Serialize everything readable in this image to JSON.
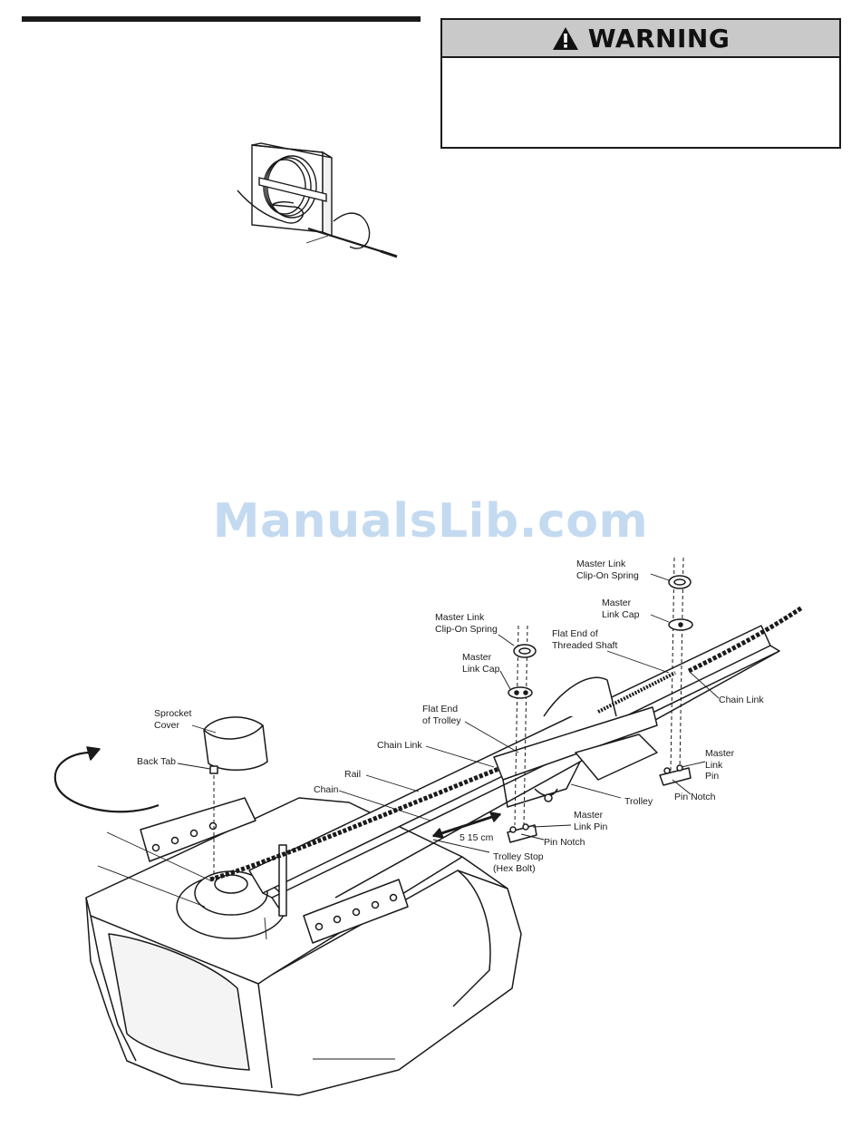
{
  "warning": {
    "title": "WARNING",
    "colors": {
      "header_bg": "#c9c9c9",
      "border": "#1a1a1a"
    }
  },
  "watermark": {
    "text": "ManualsLib.com",
    "color": "#c4daf0"
  },
  "labels": {
    "master_link_clip_on_spring_right": [
      "Master Link",
      "Clip-On Spring"
    ],
    "master_link_cap_right": [
      "Master",
      "Link Cap"
    ],
    "master_link_clip_on_spring_left": [
      "Master Link",
      "Clip-On Spring"
    ],
    "flat_end_threaded_shaft": [
      "Flat End of",
      "Threaded Shaft"
    ],
    "master_link_cap_left": [
      "Master",
      "Link Cap"
    ],
    "chain_link_right": "Chain Link",
    "flat_end_trolley": [
      "Flat End",
      "of Trolley"
    ],
    "sprocket_cover": [
      "Sprocket",
      "Cover"
    ],
    "chain_link_middle": "Chain Link",
    "master_link_pin_right": [
      "Master",
      "Link",
      "Pin"
    ],
    "back_tab": "Back Tab",
    "rail": "Rail",
    "pin_notch_right": "Pin Notch",
    "chain": "Chain",
    "trolley": "Trolley",
    "master_link_pin_left": [
      "Master",
      "Link Pin"
    ],
    "distance": "5 15 cm",
    "pin_notch_left": "Pin Notch",
    "trolley_stop": [
      "Trolley Stop",
      "(Hex Bolt)"
    ]
  }
}
